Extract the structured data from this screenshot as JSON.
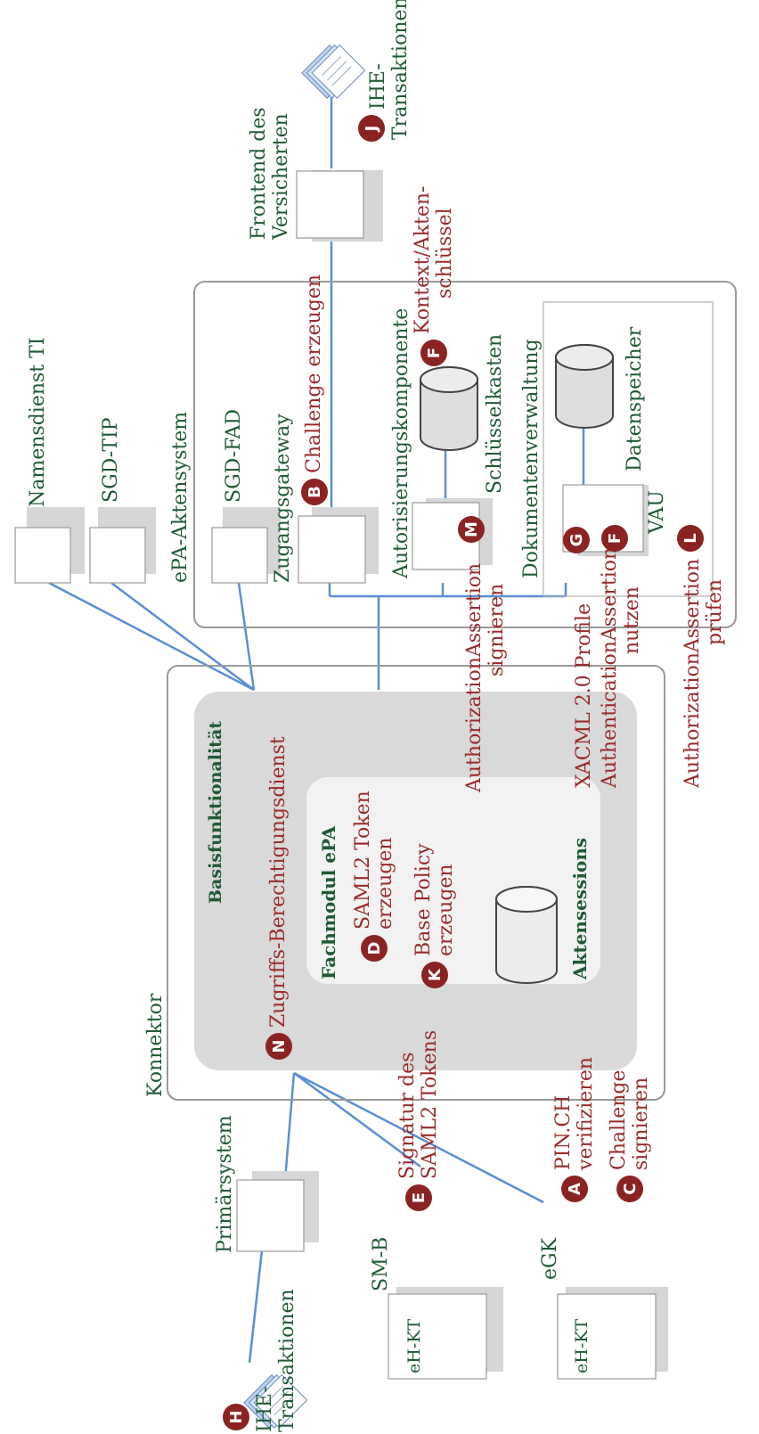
{
  "labels": {
    "primaersystem": "Primärsystem",
    "smb": "SM-B",
    "egk": "eGK",
    "ehkt_1": "eH-KT",
    "ehkt_2": "eH-KT",
    "konnektor": "Konnektor",
    "basisfunktionalitaet": "Basisfunktionalität",
    "fachmodul": "Fachmodul ePA",
    "aktensessions": "Aktensessions",
    "epa_aktensystem": "ePA-Aktensystem",
    "namensdienst": "Namensdienst TI",
    "sgd_tip": "SGD-TIP",
    "sgd_fad": "SGD-FAD",
    "zugangsgateway": "Zugangsgateway",
    "autorisierungskomponente": "Autorisierungskomponente",
    "schluesselkasten": "Schlüsselkasten",
    "dokumentenverwaltung": "Dokumentenverwaltung",
    "datenspeicher": "Datenspeicher",
    "vau": "VAU",
    "frontend_line1": "Frontend des",
    "frontend_line2": "Versicherten",
    "ihe_left_line1": "IHE-",
    "ihe_left_line2": "Transaktionen",
    "ihe_right_line1": "IHE-",
    "ihe_right_line2": "Transaktionen"
  },
  "steps": {
    "A": {
      "badge": "A",
      "line1": "PIN.CH",
      "line2": "verifizieren"
    },
    "B": {
      "badge": "B",
      "line1": "Challenge erzeugen"
    },
    "C": {
      "badge": "C",
      "line1": "Challenge",
      "line2": "signieren"
    },
    "D": {
      "badge": "D",
      "line1": "SAML2 Token",
      "line2": "erzeugen"
    },
    "E": {
      "badge": "E",
      "line1": "Signatur des",
      "line2": "SAML2 Tokens"
    },
    "F1": {
      "badge": "F",
      "line1": "Kontext/Akten-",
      "line2": "schlüssel"
    },
    "F2": {
      "badge": "F",
      "line1": "AuthenticationAssertion",
      "line2": "nutzen"
    },
    "G": {
      "badge": "G",
      "line1": "XACML 2.0 Profile"
    },
    "H": {
      "badge": "H"
    },
    "J": {
      "badge": "J"
    },
    "K": {
      "badge": "K",
      "line1": "Base Policy",
      "line2": "erzeugen"
    },
    "L": {
      "badge": "L",
      "line1": "AuthorizationAssertion",
      "line2": "prüfen"
    },
    "M": {
      "badge": "M",
      "line1": "AuthorizationAssertion",
      "line2": "signieren"
    },
    "N": {
      "badge": "N",
      "line1": "Zugriffs-Berechtigungsdienst"
    }
  },
  "colors": {
    "connector_line": "#5b8fd6",
    "badge": "#8b2323",
    "label_green": "#1f5a34",
    "label_red": "#9a2a2a"
  }
}
